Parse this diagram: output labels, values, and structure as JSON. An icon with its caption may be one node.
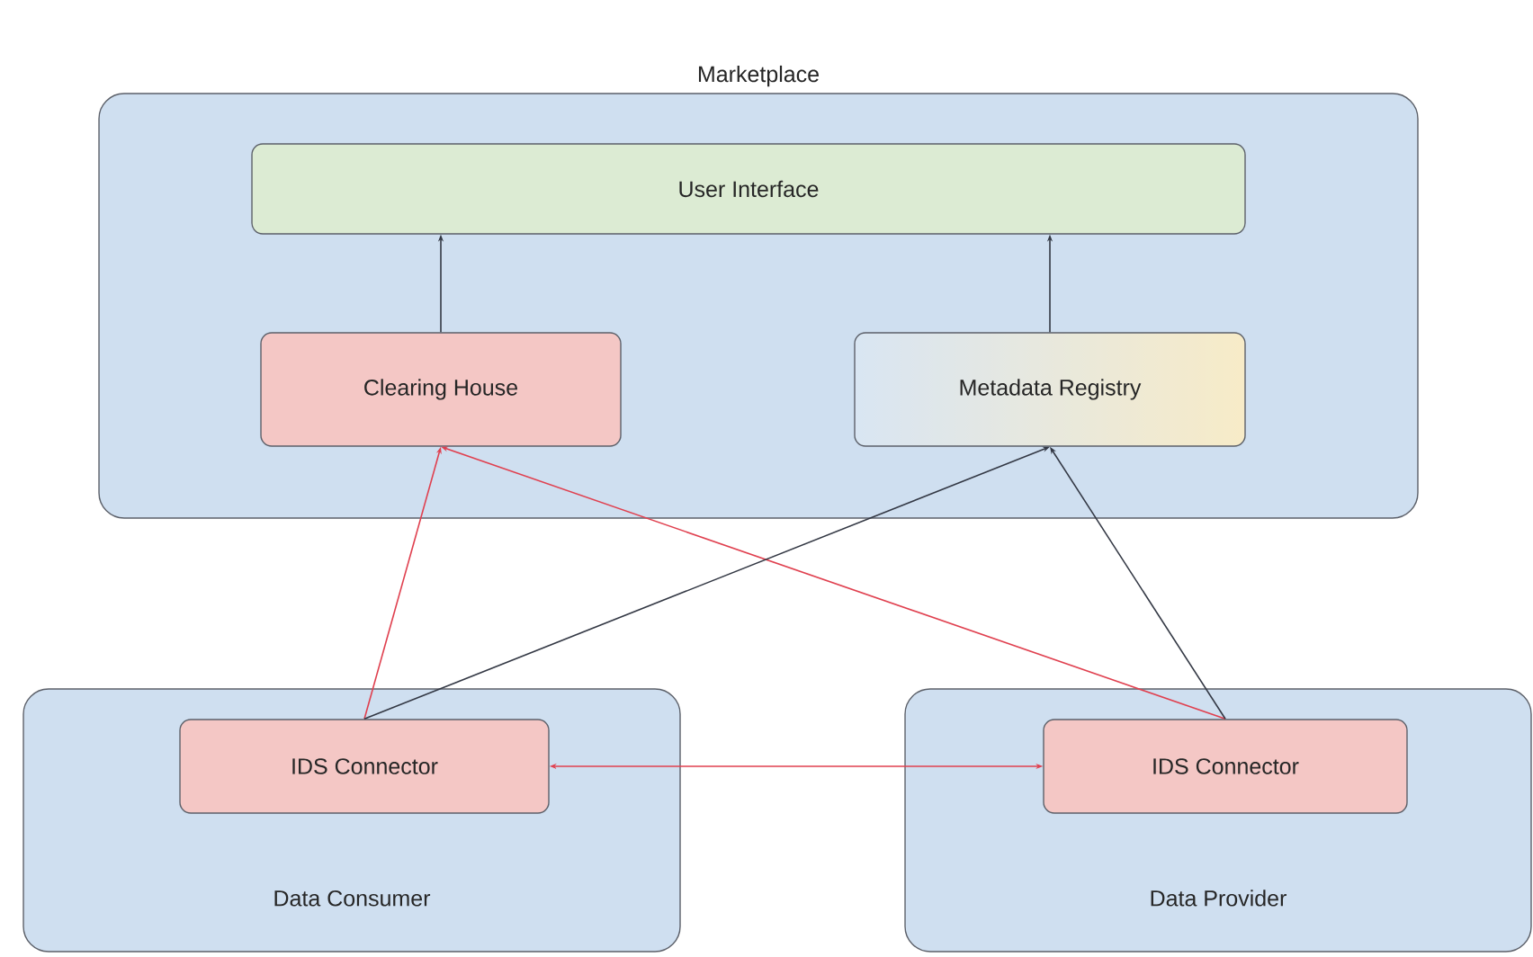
{
  "diagram": {
    "nodes": [
      {
        "text": [
          "Marketplace"
        ]
      },
      {
        "text": [
          "User Interface"
        ],
        "in": 0
      },
      {
        "text": [
          "Clearing House"
        ],
        "in": 0
      },
      {
        "text": [
          "Metadata Registry"
        ],
        "in": 0
      },
      {
        "text": [
          "Data Consumer"
        ]
      },
      {
        "text": [
          "IDS Connector"
        ],
        "in": 4
      },
      {
        "text": [
          "Data Provider"
        ]
      },
      {
        "text": [
          "IDS Connector"
        ],
        "in": 6
      }
    ],
    "edges": [
      {
        "from": 2,
        "to": 1,
        "arrow": "to"
      },
      {
        "from": 3,
        "to": 1,
        "arrow": "to"
      },
      {
        "from": 5,
        "to": 2,
        "arrow": "to",
        "color": "#e0404f"
      },
      {
        "from": 7,
        "to": 2,
        "arrow": "to",
        "color": "#e0404f"
      },
      {
        "from": 5,
        "to": 3,
        "arrow": "to"
      },
      {
        "from": 7,
        "to": 3,
        "arrow": "to"
      },
      {
        "from": 5,
        "to": 7,
        "arrow": "both",
        "color": "#e0404f"
      }
    ]
  }
}
